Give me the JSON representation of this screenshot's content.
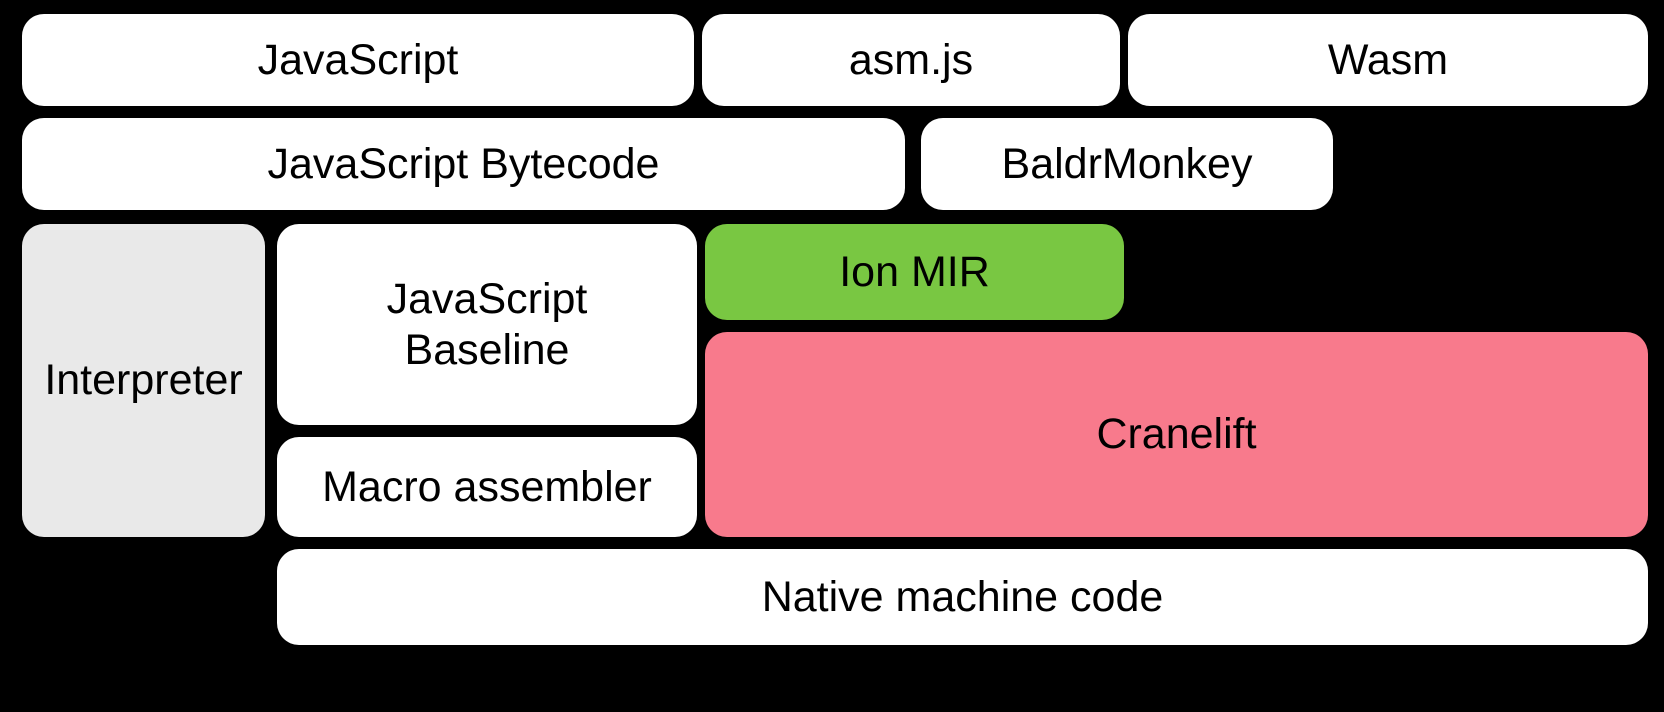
{
  "diagram": {
    "title": "SpiderMonkey compilation pipeline",
    "background_color": "#000000",
    "colors": {
      "white": "#FFFFFF",
      "gray": "#E9E9E9",
      "green": "#79C742",
      "pink": "#F87A8C",
      "text": "#000000"
    },
    "rows": [
      {
        "name": "source-languages",
        "boxes": [
          {
            "id": "javascript",
            "label": "JavaScript",
            "fill": "white"
          },
          {
            "id": "asmjs",
            "label": "asm.js",
            "fill": "white"
          },
          {
            "id": "wasm",
            "label": "Wasm",
            "fill": "white"
          }
        ]
      },
      {
        "name": "intermediate-representations",
        "boxes": [
          {
            "id": "js-bytecode",
            "label": "JavaScript Bytecode",
            "fill": "white"
          },
          {
            "id": "baldrmonkey",
            "label": "BaldrMonkey",
            "fill": "white"
          }
        ]
      },
      {
        "name": "execution-tiers",
        "boxes": [
          {
            "id": "interpreter",
            "label": "Interpreter",
            "fill": "gray"
          },
          {
            "id": "js-baseline",
            "label": "JavaScript\nBaseline",
            "fill": "white"
          },
          {
            "id": "macro-assembler",
            "label": "Macro assembler",
            "fill": "white"
          },
          {
            "id": "ion-mir",
            "label": "Ion MIR",
            "fill": "green"
          },
          {
            "id": "cranelift",
            "label": "Cranelift",
            "fill": "pink"
          }
        ]
      },
      {
        "name": "output",
        "boxes": [
          {
            "id": "native-code",
            "label": "Native machine code",
            "fill": "white"
          }
        ]
      }
    ]
  }
}
